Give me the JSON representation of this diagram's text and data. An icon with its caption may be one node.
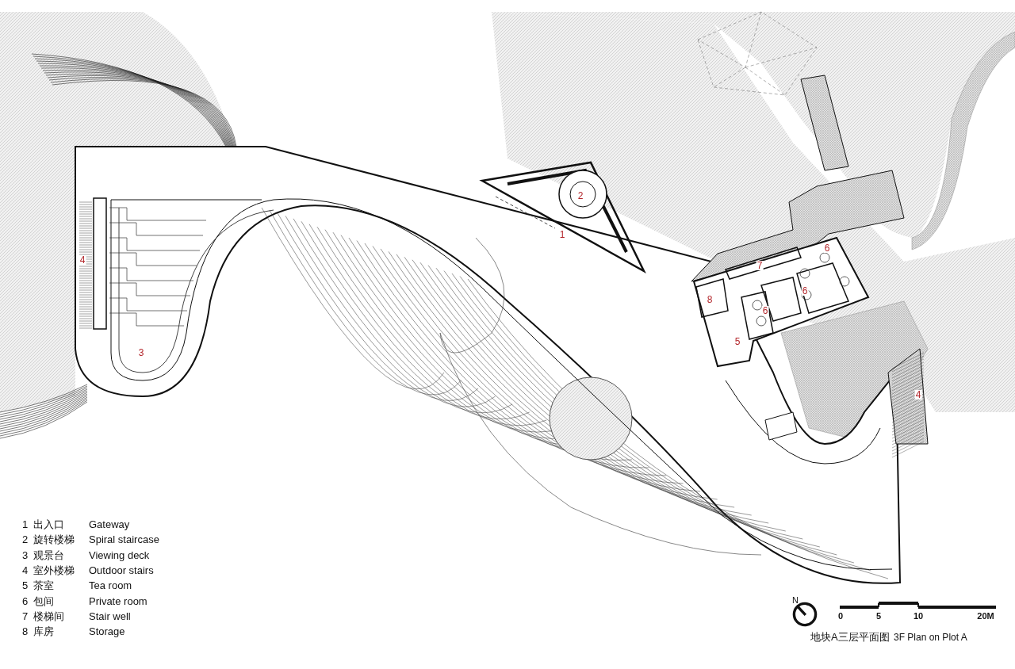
{
  "diagram": {
    "labels": [
      "2",
      "1",
      "6",
      "4",
      "7",
      "6",
      "8",
      "6",
      "5",
      "3",
      "4",
      "1",
      "出入口",
      "Gateway",
      "2",
      "旋转楼梯",
      "Spiral staircase",
      "3",
      "观景台",
      "Viewing deck",
      "4",
      "室外楼梯",
      "Outdoor stairs",
      "5",
      "茶室",
      "Tea room",
      "6",
      "包间",
      "Private room",
      "7",
      "楼梯间",
      "Stair well",
      "8",
      "库房",
      "Storage",
      "N",
      "0",
      "5",
      "10",
      "20M",
      "地块A三层平面图",
      "3F Plan on Plot A"
    ]
  }
}
